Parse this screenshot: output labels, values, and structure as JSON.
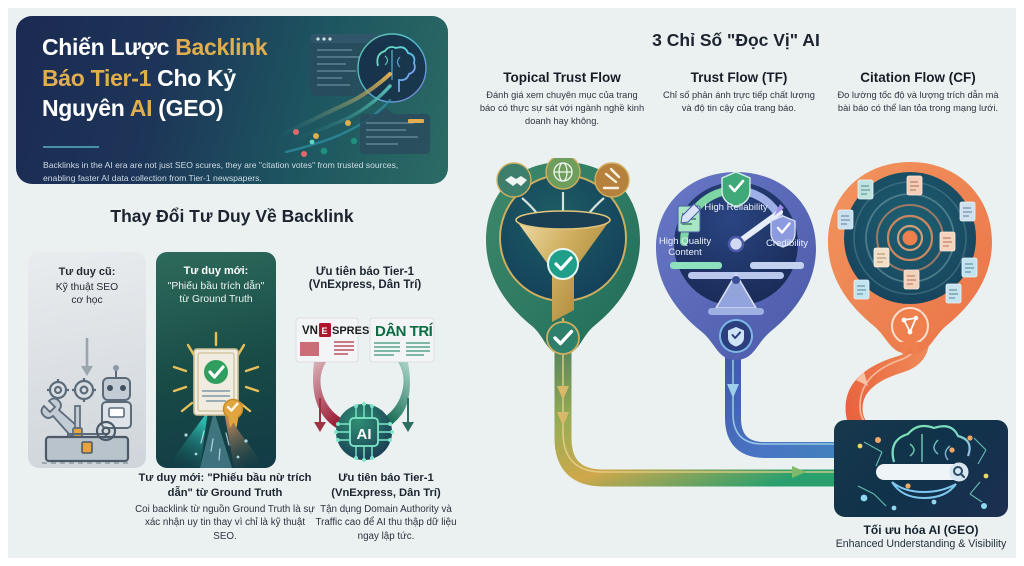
{
  "hero": {
    "title_line1_a": "Chiến Lược ",
    "title_line1_b": "Backlink",
    "title_line2_a": "Báo Tier-1",
    "title_line2_b": " Cho Kỷ",
    "title_line3_a": "Nguyên ",
    "title_line3_b": "AI",
    "title_line3_c": " (GEO)",
    "subtitle": "Backlinks in the AI era are not just SEO scures, they are \"citation votes\" from trusted sources, enabling faster AI data collection from Tier-1 newspapers."
  },
  "left": {
    "heading": "Thay Đổi Tư Duy Về Backlink",
    "cards": [
      {
        "id": "old-mindset",
        "heading": "Tư duy cũ:",
        "body": "Kỹ thuật SEO\ncơ học",
        "illustration": "gears-robot-toolbox"
      },
      {
        "id": "new-mindset",
        "heading": "Tư duy mới:",
        "body": "\"Phiếu bầu trích dẫn\"\ntừ Ground Truth",
        "illustration": "certificate-check-seal"
      },
      {
        "id": "tier1-priority",
        "heading": "Ưu tiên báo Tier-1",
        "heading2": "(VnExpress, Dân Trí)",
        "illustration": "vnexpress-dantri-ai-chip",
        "logo_left": "VNEXPRESS",
        "logo_right": "DÂN TRÍ",
        "chip_label": "AI"
      }
    ],
    "captions": [
      {
        "id": "new-mindset-caption",
        "heading": "Tư duy mới: \"Phiếu bầu nừ trích dẫn\" từ Ground Truth",
        "body": "Coi backlink từ nguồn Ground Truth là sự xác nhận uy tin thay vì chỉ là kỹ thuật SEO."
      },
      {
        "id": "tier1-caption",
        "heading": "Ưu tiên báo Tier-1 (VnExpress, Dân Trí)",
        "body": "Tận dụng Domain Authority và Traffic cao để AI thu thập dữ liệu ngay lập tức."
      }
    ]
  },
  "right": {
    "heading": "3 Chỉ Số \"Đọc Vị\" AI",
    "metrics": [
      {
        "id": "topical-trust-flow",
        "title": "Topical Trust Flow",
        "desc": "Đánh giá xem chuyên mục của trang báo có thực sự sát với ngành nghề kinh doanh hay không.",
        "illustration": "funnel-filter",
        "icons": [
          "handshake-icon",
          "globe-icon",
          "gavel-icon"
        ],
        "color": "#2f6f5e"
      },
      {
        "id": "trust-flow",
        "title": "Trust Flow (TF)",
        "desc": "Chỉ số phản ánh trực tiếp chất lượng và độ tin cậy của trang báo.",
        "illustration": "gauge-scale",
        "gauge_labels": [
          "High Reliability",
          "High Quality Content",
          "Credibility"
        ],
        "color": "#4f6ab8"
      },
      {
        "id": "citation-flow",
        "title": "Citation Flow (CF)",
        "desc": "Đo lường tốc độ và lượng trích dẫn mà bài báo có thể lan tỏa trong mạng lưới.",
        "illustration": "radar-ripple-documents",
        "color": "#ec7b4e"
      }
    ],
    "geo": {
      "title": "Tối ưu hóa AI (GEO)",
      "subtitle": "Enhanced Understanding & Visibility",
      "illustration": "brain-search-bar"
    }
  },
  "colors": {
    "gold": "#e0ae4d",
    "panel_bg": "#eaf1f0",
    "hero_navy": "#1b2a52",
    "hero_teal": "#2b6b64",
    "green": "#2f6f5e",
    "blue": "#4f6ab8",
    "orange": "#ec7b4e"
  }
}
